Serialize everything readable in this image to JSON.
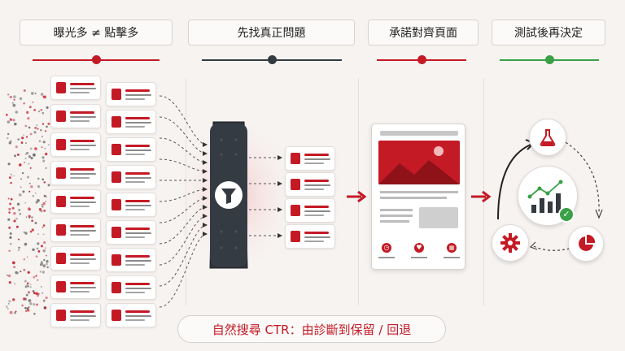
{
  "steps": [
    {
      "label": "曝光多 ≠ 點擊多",
      "marker_color": "#c41a25"
    },
    {
      "label": "先找真正問題",
      "marker_color": "#333a40"
    },
    {
      "label": "承諾對齊頁面",
      "marker_color": "#c41a25"
    },
    {
      "label": "測試後再決定",
      "marker_color": "#3aa146"
    }
  ],
  "footer": {
    "label": "自然搜尋 CTR：由診斷到保留 / 回退"
  },
  "colors": {
    "accent": "#c41a25",
    "dark": "#333a40",
    "success": "#3aa146",
    "background": "#f6f3f1"
  },
  "icons": [
    "filter-funnel-icon",
    "arrow-right-icon",
    "flask-icon",
    "bar-chart-icon",
    "check-icon",
    "pie-chart-icon",
    "gear-icon",
    "refresh-icon",
    "heart-icon",
    "calendar-icon"
  ]
}
